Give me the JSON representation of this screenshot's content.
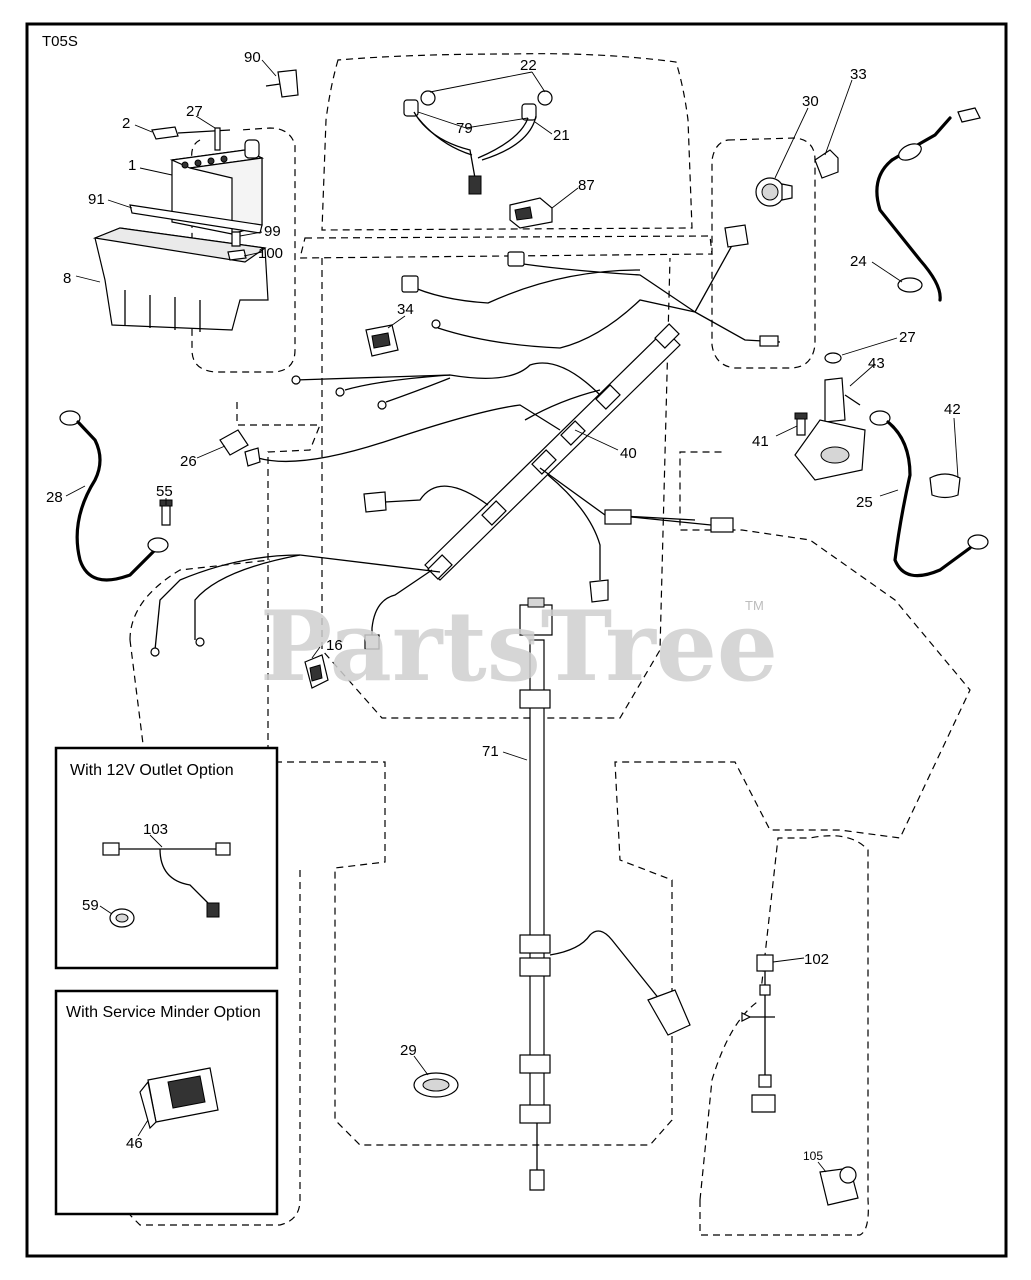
{
  "diagram_code": "T05S",
  "watermark": {
    "text": "PartsTree",
    "trademark": "TM"
  },
  "insets": {
    "outlet": {
      "title": "With 12V Outlet Option"
    },
    "service": {
      "title": "With Service Minder Option"
    }
  },
  "callouts": {
    "c1": "1",
    "c2": "2",
    "c8": "8",
    "c16": "16",
    "c21": "21",
    "c22": "22",
    "c24": "24",
    "c25": "25",
    "c26": "26",
    "c27a": "27",
    "c27b": "27",
    "c28": "28",
    "c29": "29",
    "c30": "30",
    "c33": "33",
    "c34": "34",
    "c40": "40",
    "c41": "41",
    "c42": "42",
    "c43": "43",
    "c46": "46",
    "c55": "55",
    "c59": "59",
    "c71": "71",
    "c79": "79",
    "c87": "87",
    "c90": "90",
    "c91": "91",
    "c99": "99",
    "c100": "100",
    "c102": "102",
    "c103": "103",
    "c105": "105"
  }
}
